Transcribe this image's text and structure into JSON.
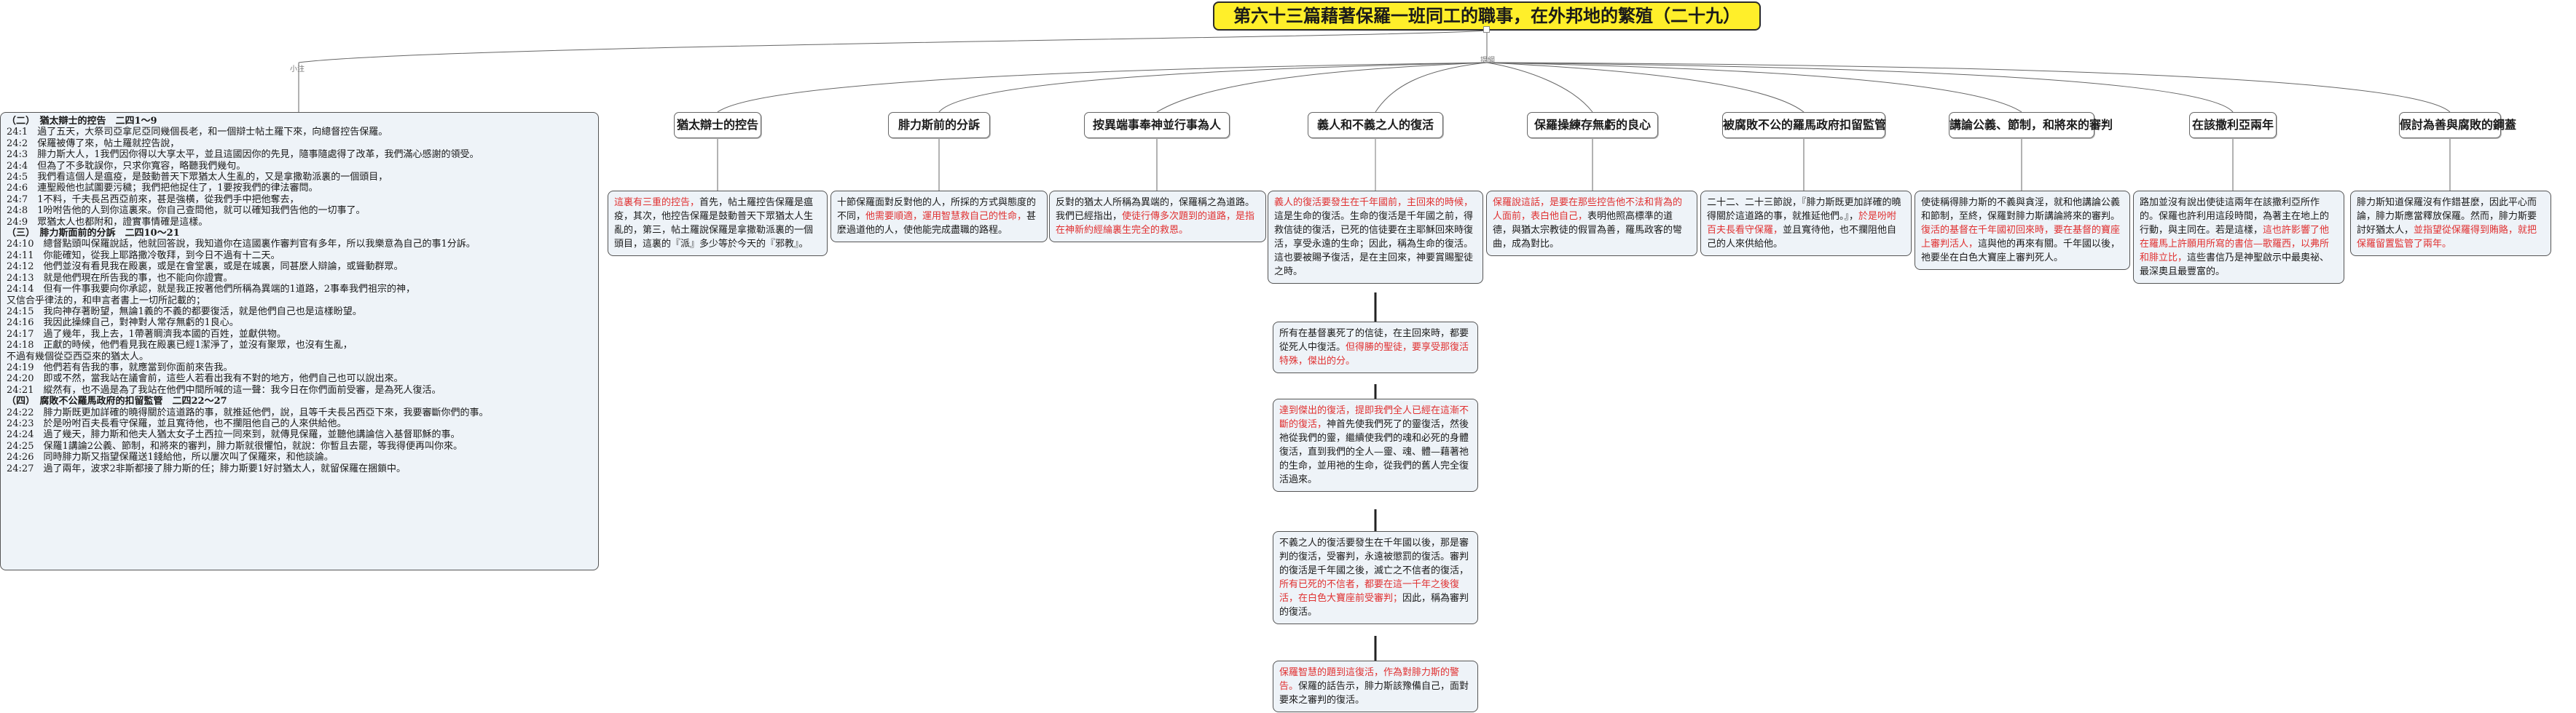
{
  "root": {
    "title": "第六十三篇藉著保羅一班同工的職事，在外邦地的繁殖（二十九）"
  },
  "branch_labels": {
    "left": "小注",
    "right": "提綱"
  },
  "left_notes": [
    {
      "type": "head",
      "text": "（二）　猶太辯士的控告　二四1～9"
    },
    {
      "type": "v",
      "text": "24:1　過了五天，大祭司亞拿尼亞同幾個長老，和一個辯士帖土羅下來，向總督控告保羅。"
    },
    {
      "type": "v",
      "text": "24:2　保羅被傳了來，帖土羅就控告說，"
    },
    {
      "type": "v",
      "text": "24:3　腓力斯大人，1我們因你得以大享太平，並且這國因你的先見，隨事隨處得了改革，我們滿心感謝的領受。"
    },
    {
      "type": "v",
      "text": "24:4　但為了不多耽誤你，只求你寬容，略聽我們幾句。"
    },
    {
      "type": "v",
      "text": "24:5　我們看這個人是瘟疫，是鼓動普天下眾猶太人生亂的，又是拿撒勒派裏的一個頭目，"
    },
    {
      "type": "v",
      "text": "24:6　連聖殿他也試圖要污穢；我們把他捉住了，1要按我們的律法審問。"
    },
    {
      "type": "v",
      "text": "24:7　1不料，千夫長呂西亞前來，甚是強横，從我們手中把他奪去，"
    },
    {
      "type": "v",
      "text": "24:8　1吩咐告他的人到你這裏來。你自己查問他，就可以確知我們告他的一切事了。"
    },
    {
      "type": "v",
      "text": "24:9　眾猶太人也都附和，證實事情確是這樣。"
    },
    {
      "type": "head",
      "text": "（三）　腓力斯面前的分訴　二四10～21"
    },
    {
      "type": "v",
      "text": "24:10　總督點頭叫保羅說話，他就回答說，我知道你在這國裏作審判官有多年，所以我樂意為自己的事1分訴。"
    },
    {
      "type": "v",
      "text": "24:11　你能確知，從我上耶路撒冷敬拜，到今日不過有十二天。"
    },
    {
      "type": "v",
      "text": "24:12　他們並沒有看見我在殿裏，或是在會堂裏，或是在城裏，同甚麼人辯論，或聳動群眾。"
    },
    {
      "type": "v",
      "text": "24:13　就是他們現在所告我的事，也不能向你證實。"
    },
    {
      "type": "v",
      "text": "24:14　但有一件事我要向你承認，就是我正按著他們所稱為異端的1道路，2事奉我們祖宗的神，"
    },
    {
      "type": "c",
      "text": "又信合乎律法的，和申言者書上一切所記載的；"
    },
    {
      "type": "v",
      "text": "24:15　我向神存著盼望，無論1義的不義的都要復活，就是他們自己也是這樣盼望。"
    },
    {
      "type": "v",
      "text": "24:16　我因此操練自己，對神對人常存無虧的1良心。"
    },
    {
      "type": "v",
      "text": "24:17　過了幾年，我上去，1帶著賙濟我本國的百姓，並獻供物。"
    },
    {
      "type": "v",
      "text": "24:18　正獻的時候，他們看見我在殿裏已經1潔淨了，並沒有聚眾，也沒有生亂，"
    },
    {
      "type": "c",
      "text": "不過有幾個從亞西亞來的猶太人。"
    },
    {
      "type": "v",
      "text": "24:19　他們若有告我的事，就應當到你面前來告我。"
    },
    {
      "type": "v",
      "text": "24:20　即或不然，當我站在議會前，這些人若看出我有不對的地方，他們自己也可以說出來。"
    },
    {
      "type": "v",
      "text": "24:21　縱然有，也不過是為了我站在他們中間所喊的這一聲：我今日在你們面前受審，是為死人復活。"
    },
    {
      "type": "head",
      "text": "（四）　腐敗不公羅馬政府的扣留監管　二四22～27"
    },
    {
      "type": "v",
      "text": "24:22　腓力斯既更加詳確的曉得關於這道路的事，就推延他們，說，且等千夫長呂西亞下來，我要審斷你們的事。"
    },
    {
      "type": "v",
      "text": "24:23　於是吩咐百夫長看守保羅，並且寬待他，也不攔阻他自己的人來供給他。"
    },
    {
      "type": "v",
      "text": "24:24　過了幾天，腓力斯和他夫人猶太女子土西拉一同來到，就傳見保羅，並聽他講論信入基督耶穌的事。"
    },
    {
      "type": "v",
      "text": "24:25　保羅1講論2公義、節制，和將來的審判，腓力斯就很懼怕，就說：你暫且去罷，等我得便再叫你來。"
    },
    {
      "type": "v",
      "text": "24:26　同時腓力斯又指望保羅送1錢給他，所以屢次叫了保羅來，和他談論。"
    },
    {
      "type": "v",
      "text": "24:27　過了兩年，波求2非斯都接了腓力斯的任；腓力斯要1好討猶太人，就留保羅在捆鎖中。"
    }
  ],
  "topics": [
    {
      "header": "猶太辯士的控告",
      "body": [
        {
          "t": "這裏有三重的控告，",
          "r": true
        },
        {
          "t": "首先，帖土羅控告保羅是瘟疫，其次，他控告保羅是鼓動普天下眾猶太人生亂的，第三，帖土羅說保羅是拿撒勒派裏的一個頭目，這裏的『派』多少等於今天的『邪教』。",
          "r": false
        }
      ]
    },
    {
      "header": "腓力斯前的分訴",
      "body": [
        {
          "t": "十節保羅面對反對他的人，所採的方式與態度的不同，",
          "r": false
        },
        {
          "t": "他需要順適，運用智慧救自己的性命，",
          "r": true
        },
        {
          "t": "甚麼過道他的人，使他能完成盡職的路程。",
          "r": false
        }
      ]
    },
    {
      "header": "按異端事奉神並行事為人",
      "body": [
        {
          "t": "反對的猶太人所稱為異端的，保羅稱之為道路。我們已經指出，",
          "r": false
        },
        {
          "t": "使徒行傳多次題到的道路，是指在神新約經綸裏生完全的救恩。",
          "r": true
        }
      ]
    },
    {
      "header": "義人和不義之人的復活",
      "body": [
        {
          "t": "義人的復活要發生在千年國前，主回來的時候，",
          "r": true
        },
        {
          "t": "這是生命的復活。生命的復活是千年國之前，得救信徒的復活，已死的信徒要在主耶穌回來時復活，享受永遠的生命；因此，稱為生命的復活。這也要被賜予復活，是在主回來，神要賞賜聖徒之時。",
          "r": false
        }
      ]
    },
    {
      "header": "保羅操練存無虧的良心",
      "body": [
        {
          "t": "保羅說這話，是要在那些控告他不法和背為的人面前，表白他自己，",
          "r": true
        },
        {
          "t": "表明他照高標準的道德，與猶太宗教徒的假冒為善，羅馬政客的彎曲，成為對比。",
          "r": false
        }
      ]
    },
    {
      "header": "被腐敗不公的羅馬政府扣留監管",
      "body": [
        {
          "t": "二十二、二十三節說，『腓力斯既更加詳確的曉得關於這道路的事，就推延他們。』，",
          "r": false
        },
        {
          "t": "於是吩咐百夫長看守保羅，",
          "r": true
        },
        {
          "t": "並且寬待他，也不攔阻他自己的人來供給他。",
          "r": false
        }
      ]
    },
    {
      "header": "講論公義、節制，和將來的審判",
      "body": [
        {
          "t": "使徒稱得腓力斯的不義與貪淫，就和他講論公義和節制，至終，保羅對腓力斯講論將來的審判。",
          "r": false
        },
        {
          "t": "復活的基督在千年國初回來時，要在基督的寶座上審判活人，",
          "r": true
        },
        {
          "t": "這與他的再來有關。千年國以後，祂要坐在白色大寶座上審判死人。",
          "r": false
        }
      ]
    },
    {
      "header": "在該撒利亞兩年",
      "body": [
        {
          "t": "路加並沒有說出使徒這兩年在該撒利亞所作的。保羅也許利用這段時間，為著主在地上的行動，與主同在。若是這樣，",
          "r": false
        },
        {
          "t": "這也許影響了他在羅馬上許願用所寫的書信—歌羅西，以弗所和腓立比，",
          "r": true
        },
        {
          "t": "這些書信乃是神聖啟示中最奧祕、最深奧且最豐富的。",
          "r": false
        }
      ]
    },
    {
      "header": "假討為善與腐敗的鋼蓋",
      "body": [
        {
          "t": "腓力斯知道保羅沒有作錯甚麼，因此平心而論，腓力斯應當釋放保羅。然而，腓力斯要討好猶太人，",
          "r": false
        },
        {
          "t": "並指望從保羅得到賄賂，就把保羅留置監管了兩年。",
          "r": true
        }
      ]
    }
  ],
  "chain": [
    [
      {
        "t": "所有在基督裏死了的信徒，在主回來時，都要從死人中復活。",
        "r": false
      },
      {
        "t": "但得勝的聖徒，要享受那復活特殊，傑出的分。",
        "r": true
      }
    ],
    [
      {
        "t": "達到傑出的復活，提即我們全人已經在這漸不斷的復活，",
        "r": true
      },
      {
        "t": "神首先使我們死了的靈復活，然後祂從我們的靈，繼續使我們的魂和必死的身體復活，直到我們的全人—靈、魂、體—藉著祂的生命，並用祂的生命，從我們的舊人完全復活過來。",
        "r": false
      }
    ],
    [
      {
        "t": "不義之人的復活要發生在千年國以後，那是審判的復活，受審判，永遠被懲罰的復活。審判的復活是千年國之後，滅亡之不信者的復活，",
        "r": false
      },
      {
        "t": "所有已死的不信者，都要在這一千年之後復活，在白色大寶座前受審判；",
        "r": true
      },
      {
        "t": "因此，稱為審判的復活。",
        "r": false
      }
    ],
    [
      {
        "t": "保羅智慧的題到這復活，作為對腓力斯的警告。",
        "r": true
      },
      {
        "t": "保羅的話告示，腓力斯該豫備自己，面對要來之審判的復活。",
        "r": false
      }
    ]
  ]
}
